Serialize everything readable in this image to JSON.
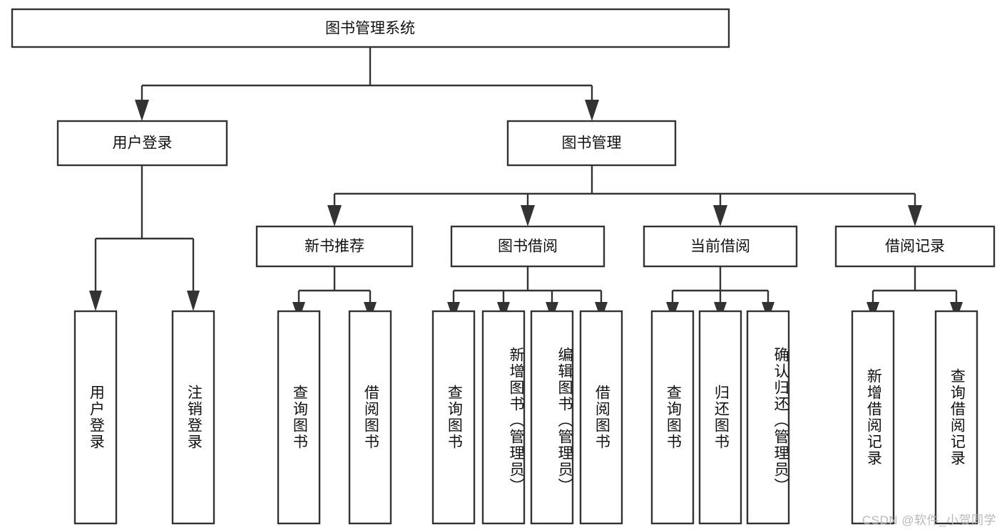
{
  "diagram": {
    "type": "tree",
    "title": "图书管理系统",
    "root": {
      "label": "图书管理系统"
    },
    "level2": [
      {
        "label": "用户登录"
      },
      {
        "label": "图书管理"
      }
    ],
    "level3": [
      {
        "label": "新书推荐"
      },
      {
        "label": "图书借阅"
      },
      {
        "label": "当前借阅"
      },
      {
        "label": "借阅记录"
      }
    ],
    "leaves": {
      "user_login": [
        {
          "label": "用户登录"
        },
        {
          "label": "注销登录"
        }
      ],
      "new_book_recommend": [
        {
          "label": "查询图书"
        },
        {
          "label": "借阅图书"
        }
      ],
      "book_borrow": [
        {
          "label": "查询图书"
        },
        {
          "label": "新增图书（管理员）"
        },
        {
          "label": "编辑图书（管理员）"
        },
        {
          "label": "借阅图书"
        }
      ],
      "current_borrow": [
        {
          "label": "查询图书"
        },
        {
          "label": "归还图书"
        },
        {
          "label": "确认归还（管理员）"
        }
      ],
      "borrow_record": [
        {
          "label": "新增借阅记录"
        },
        {
          "label": "查询借阅记录"
        }
      ]
    }
  },
  "watermark": {
    "text": "CSDN @软件_小贺同学"
  },
  "colors": {
    "stroke": "#333333",
    "fill": "#ffffff",
    "text": "#111111",
    "watermark": "#b8b8b8"
  }
}
